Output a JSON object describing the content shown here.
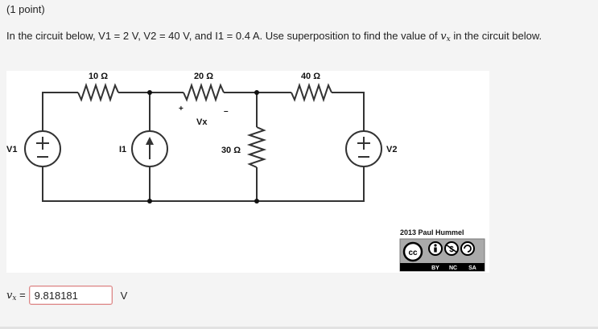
{
  "problem": {
    "points": "(1 point)",
    "statement_before": "In the circuit below, V1 = 2 V, V2 = 40 V, and I1 = 0.4 A. Use superposition to find the value of ",
    "variable": "v",
    "variable_sub": "x",
    "statement_after": " in the circuit below."
  },
  "circuit": {
    "resistors": [
      {
        "id": "R1",
        "label": "10 Ω"
      },
      {
        "id": "R2",
        "label": "20 Ω"
      },
      {
        "id": "R3",
        "label": "40 Ω"
      },
      {
        "id": "R4",
        "label": "30 Ω"
      }
    ],
    "sources": {
      "v1_label": "V1",
      "v2_label": "V2",
      "i1_label": "I1"
    },
    "vx": {
      "label": "Vx",
      "plus": "+",
      "minus": "–"
    },
    "copyright": "2013 Paul Hummel",
    "license": {
      "cc": "cc",
      "by": "BY",
      "nc": "NC",
      "sa": "SA"
    }
  },
  "answer": {
    "var": "v",
    "var_sub": "x",
    "equals": "=",
    "value": "9.818181",
    "unit": "V"
  }
}
